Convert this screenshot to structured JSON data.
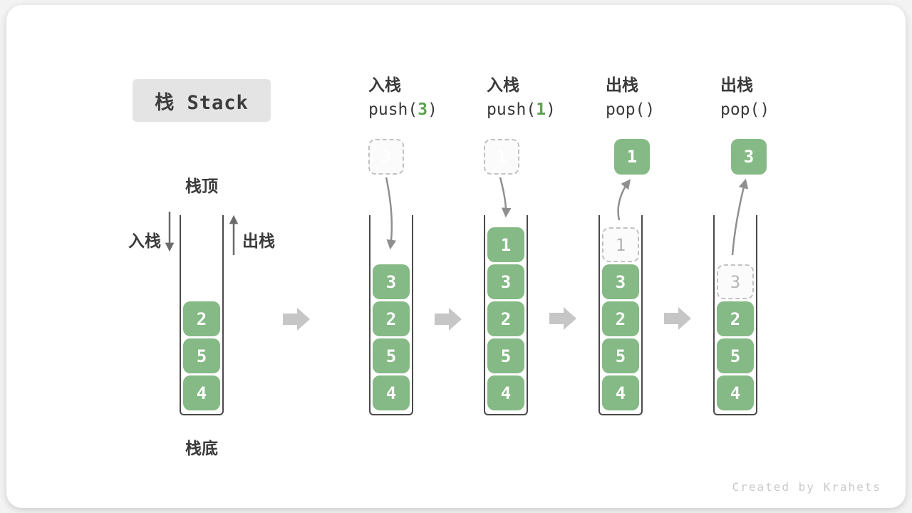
{
  "title": "栈 Stack",
  "watermark": "Created by Krahets",
  "labels": {
    "stack_top": "栈顶",
    "stack_bottom": "栈底",
    "push_side": "入栈",
    "pop_side": "出栈"
  },
  "colors": {
    "item_green": "#85b985",
    "code_arg_green": "#5fa152",
    "ghost_gray": "#b5b5b5",
    "step_arrow_gray": "#c6c6c6",
    "flow_arrow_gray": "#8f8f8f",
    "direction_arrow_dark": "#6b6b6b",
    "title_bg": "#e4e4e4",
    "text_dark": "#3a3a3a"
  },
  "columns": [
    {
      "name": "initial-stack",
      "header": null,
      "float": null,
      "stack": [
        {
          "v": "2",
          "ghost": false
        },
        {
          "v": "5",
          "ghost": false
        },
        {
          "v": "4",
          "ghost": false
        }
      ]
    },
    {
      "name": "push-3",
      "header": {
        "op": "入栈",
        "code_pre": "push(",
        "code_arg": "3",
        "code_post": ")"
      },
      "float": {
        "v": "3",
        "ghost": true
      },
      "stack": [
        {
          "v": "3",
          "ghost": false
        },
        {
          "v": "2",
          "ghost": false
        },
        {
          "v": "5",
          "ghost": false
        },
        {
          "v": "4",
          "ghost": false
        }
      ]
    },
    {
      "name": "push-1",
      "header": {
        "op": "入栈",
        "code_pre": "push(",
        "code_arg": "1",
        "code_post": ")"
      },
      "float": {
        "v": "1",
        "ghost": true
      },
      "stack": [
        {
          "v": "1",
          "ghost": false
        },
        {
          "v": "3",
          "ghost": false
        },
        {
          "v": "2",
          "ghost": false
        },
        {
          "v": "5",
          "ghost": false
        },
        {
          "v": "4",
          "ghost": false
        }
      ]
    },
    {
      "name": "pop-1",
      "header": {
        "op": "出栈",
        "code_pre": "pop()",
        "code_arg": "",
        "code_post": ""
      },
      "float": {
        "v": "1",
        "ghost": false
      },
      "stack": [
        {
          "v": "1",
          "ghost": true
        },
        {
          "v": "3",
          "ghost": false
        },
        {
          "v": "2",
          "ghost": false
        },
        {
          "v": "5",
          "ghost": false
        },
        {
          "v": "4",
          "ghost": false
        }
      ]
    },
    {
      "name": "pop-3",
      "header": {
        "op": "出栈",
        "code_pre": "pop()",
        "code_arg": "",
        "code_post": ""
      },
      "float": {
        "v": "3",
        "ghost": false
      },
      "stack": [
        {
          "v": "3",
          "ghost": true
        },
        {
          "v": "2",
          "ghost": false
        },
        {
          "v": "5",
          "ghost": false
        },
        {
          "v": "4",
          "ghost": false
        }
      ]
    }
  ]
}
